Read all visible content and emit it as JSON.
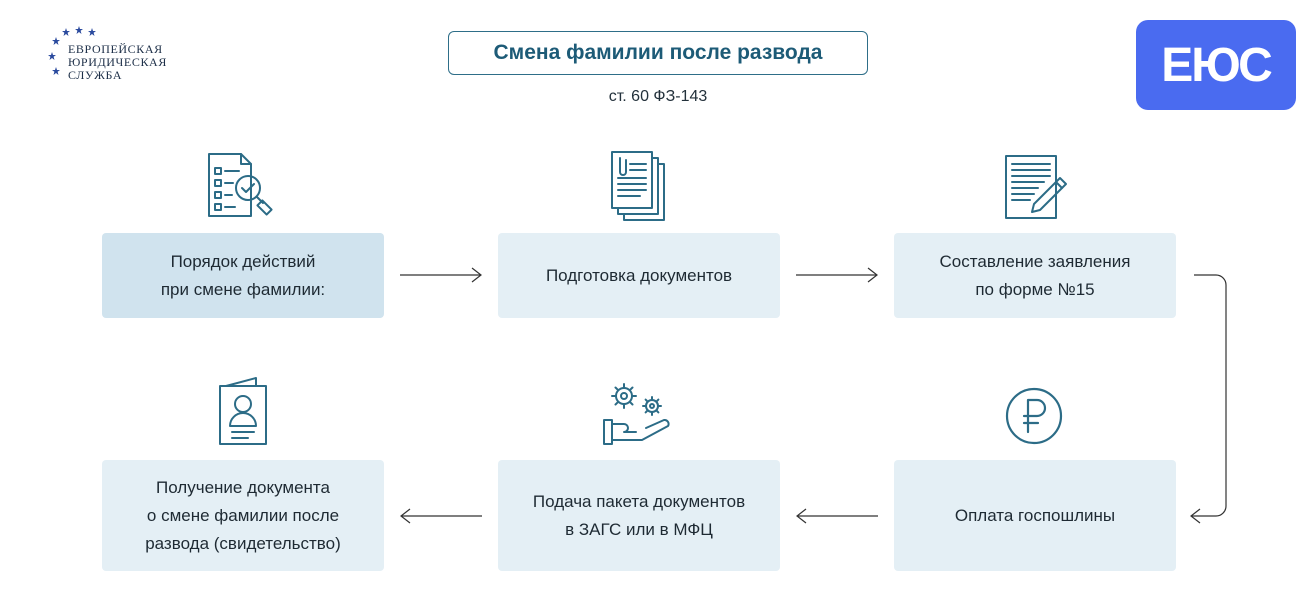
{
  "logo_left": {
    "line1": "ЕВРОПЕЙСКАЯ",
    "line2": "ЮРИДИЧЕСКАЯ",
    "line3": "СЛУЖБА"
  },
  "header": {
    "title": "Смена фамилии после развода",
    "subtitle": "ст. 60 ФЗ-143"
  },
  "logo_right": {
    "text": "ЕЮС",
    "color": "#4a6bf0"
  },
  "steps": [
    {
      "label": "Порядок действий\nпри смене фамилии:",
      "icon": "checklist-search-icon"
    },
    {
      "label": "Подготовка документов",
      "icon": "documents-icon"
    },
    {
      "label": "Составление заявления\nпо форме №15",
      "icon": "form-pencil-icon"
    },
    {
      "label": "Оплата госпошлины",
      "icon": "ruble-coin-icon"
    },
    {
      "label": "Подача пакета документов\nв ЗАГС или в МФЦ",
      "icon": "hand-gears-icon"
    },
    {
      "label": "Получение документа\nо смене фамилии после\nразвода (свидетельство)",
      "icon": "passport-icon"
    }
  ],
  "colors": {
    "accent": "#1d5b77",
    "icon": "#2c6c87",
    "box": "#e4eff5",
    "box_active": "#d0e3ee"
  }
}
